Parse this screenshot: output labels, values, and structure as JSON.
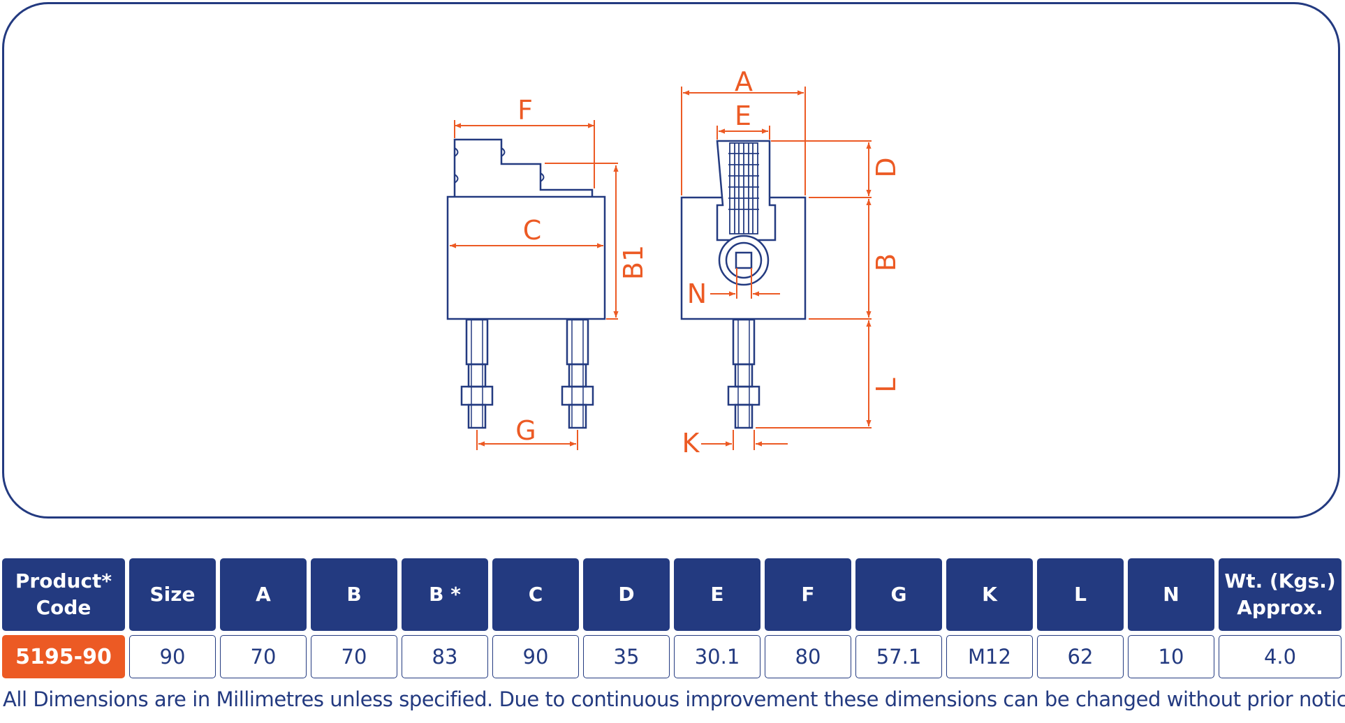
{
  "drawing": {
    "dimension_labels": {
      "a": "A",
      "b": "B",
      "b1": "B1",
      "c": "C",
      "d": "D",
      "e": "E",
      "f": "F",
      "g": "G",
      "k": "K",
      "l": "L",
      "n": "N"
    }
  },
  "table": {
    "headers": {
      "code_line1": "Product*",
      "code_line2": "Code",
      "size": "Size",
      "a": "A",
      "b": "B",
      "b_star": "B *",
      "c": "C",
      "d": "D",
      "e": "E",
      "f": "F",
      "g": "G",
      "k": "K",
      "l": "L",
      "n": "N",
      "wt_line1": "Wt. (Kgs.)",
      "wt_line2": "Approx."
    },
    "row": {
      "code": "5195-90",
      "size": "90",
      "a": "70",
      "b": "70",
      "b_star": "83",
      "c": "90",
      "d": "35",
      "e": "30.1",
      "f": "80",
      "g": "57.1",
      "k": "M12",
      "l": "62",
      "n": "10",
      "wt": "4.0"
    }
  },
  "footnote": "All Dimensions are in Millimetres unless specified. Due to continuous improvement these dimensions can be changed without prior notice.",
  "colors": {
    "primary": "#233a80",
    "accent": "#ec5a24",
    "background": "#ffffff"
  }
}
